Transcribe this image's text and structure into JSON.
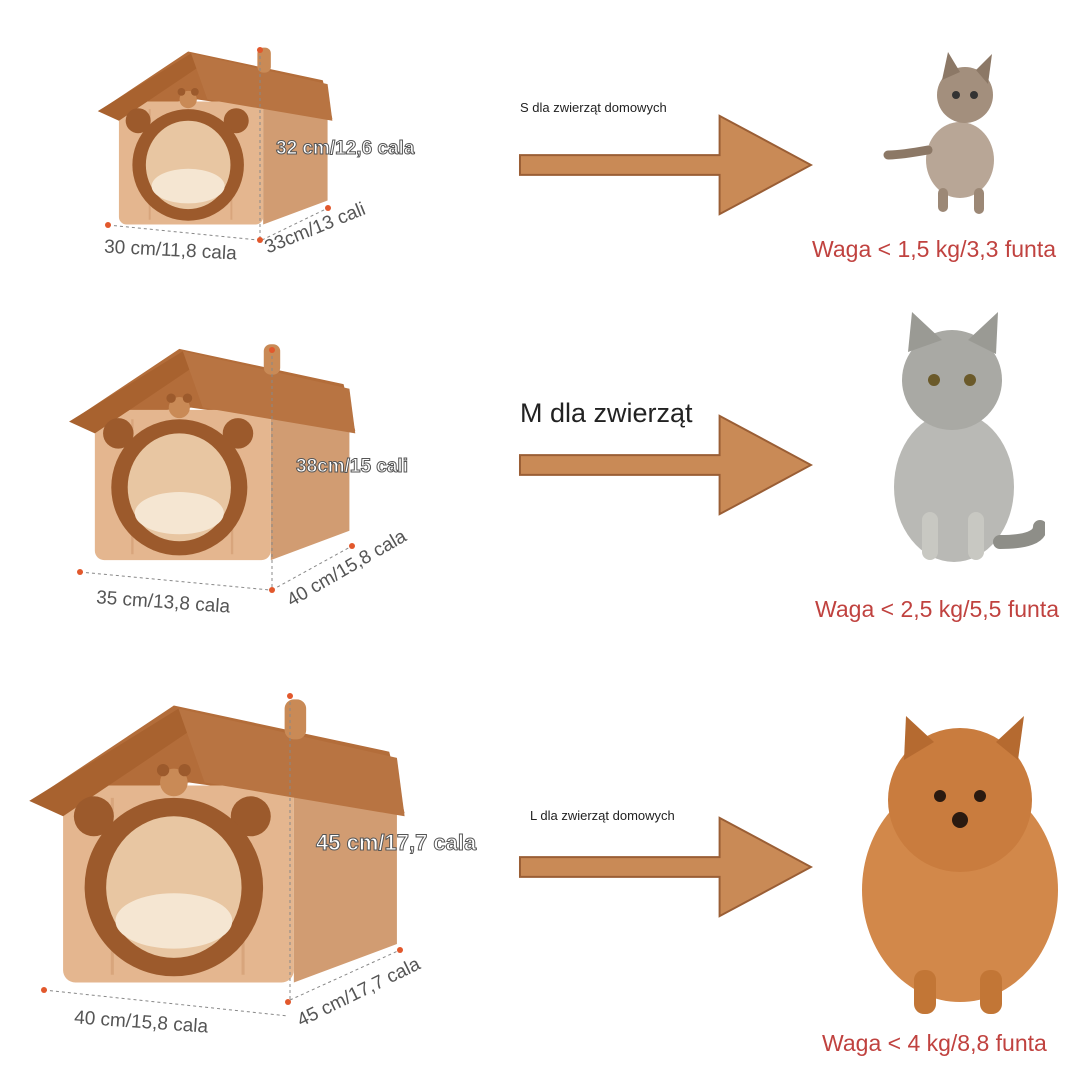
{
  "colors": {
    "house_body": "#d9a57d",
    "house_fur": "#9c5a2c",
    "arrow": "#c98a56",
    "weight_text": "#c0423f",
    "dimension_dot": "#e2582c"
  },
  "rows": [
    {
      "size_label": "S dla zwierząt domowych",
      "height": "32 cm/12,6 cala",
      "width": "30 cm/11,8 cala",
      "depth": "33cm/13 cali",
      "weight": "Waga < 1,5 kg/3,3 funta",
      "pet_icon": "kitten-icon"
    },
    {
      "size_label": "M dla zwierząt",
      "height": "38cm/15 cali",
      "width": "35 cm/13,8 cala",
      "depth": "40 cm/15,8 cala",
      "weight": "Waga < 2,5 kg/5,5 funta",
      "pet_icon": "cat-icon"
    },
    {
      "size_label": "L dla zwierząt domowych",
      "height": "45 cm/17,7 cala",
      "width": "40 cm/15,8 cala",
      "depth": "45 cm/17,7 cala",
      "weight": "Waga < 4 kg/8,8 funta",
      "pet_icon": "pomeranian-dog-icon"
    }
  ]
}
